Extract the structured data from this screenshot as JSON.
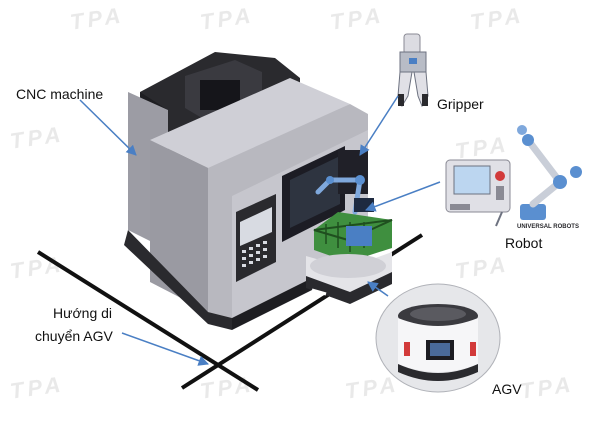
{
  "watermark": "TPA",
  "labels": {
    "cnc": "CNC machine",
    "gripper": "Gripper",
    "robot": "Robot",
    "agv": "AGV",
    "direction_line1": "Hướng di",
    "direction_line2": "chuyển AGV"
  },
  "robot_brand": "UNIVERSAL ROBOTS",
  "colors": {
    "arrow": "#4a7fc4",
    "floor_line": "#111111",
    "machine_gray": "#b8b8bf",
    "machine_dark": "#2a2a2e",
    "robot_blue": "#5a8fd0",
    "gripper_green": "#3a8a3a"
  }
}
